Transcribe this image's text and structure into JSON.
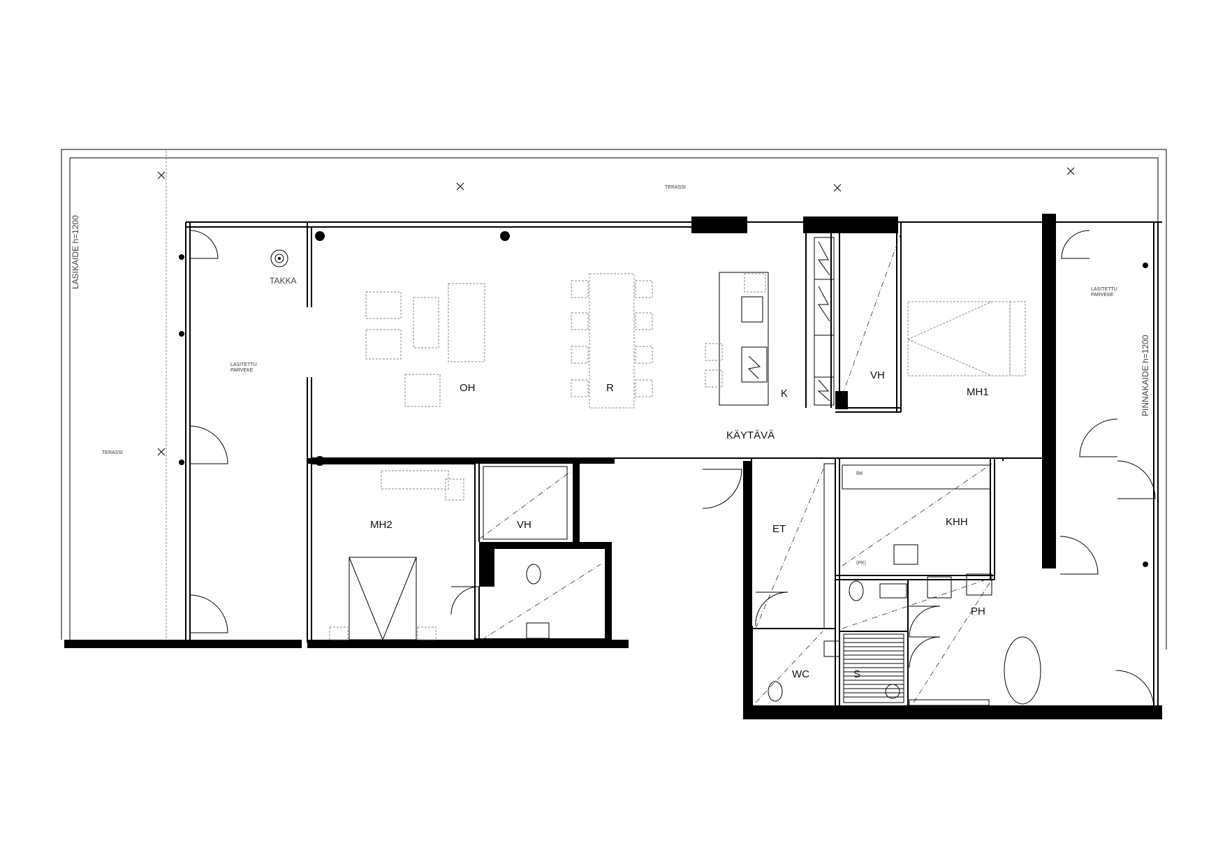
{
  "rooms": {
    "terassi_top": "TERASSI",
    "terassi_left": "TERASSI",
    "takka": "TAKKA",
    "lasitettu_left_1": "LASITETTU",
    "lasitettu_left_2": "PARVEKE",
    "lasitettu_right_1": "LASITETTU",
    "lasitettu_right_2": "PARVEKE",
    "oh": "OH",
    "r": "R",
    "k": "K",
    "vh_top": "VH",
    "mh1": "MH1",
    "kaytava": "KÄYTÄVÄ",
    "mh2": "MH2",
    "vh_bottom": "VH",
    "et": "ET",
    "khh": "KHH",
    "ph": "PH",
    "wc": "WC",
    "s": "S"
  },
  "railings": {
    "left": "LASIKAIDE h=1200",
    "right": "PINNAKAIDE h=1200"
  },
  "appliance_tags": {
    "rk": "RK",
    "kpk": "(PK)"
  }
}
